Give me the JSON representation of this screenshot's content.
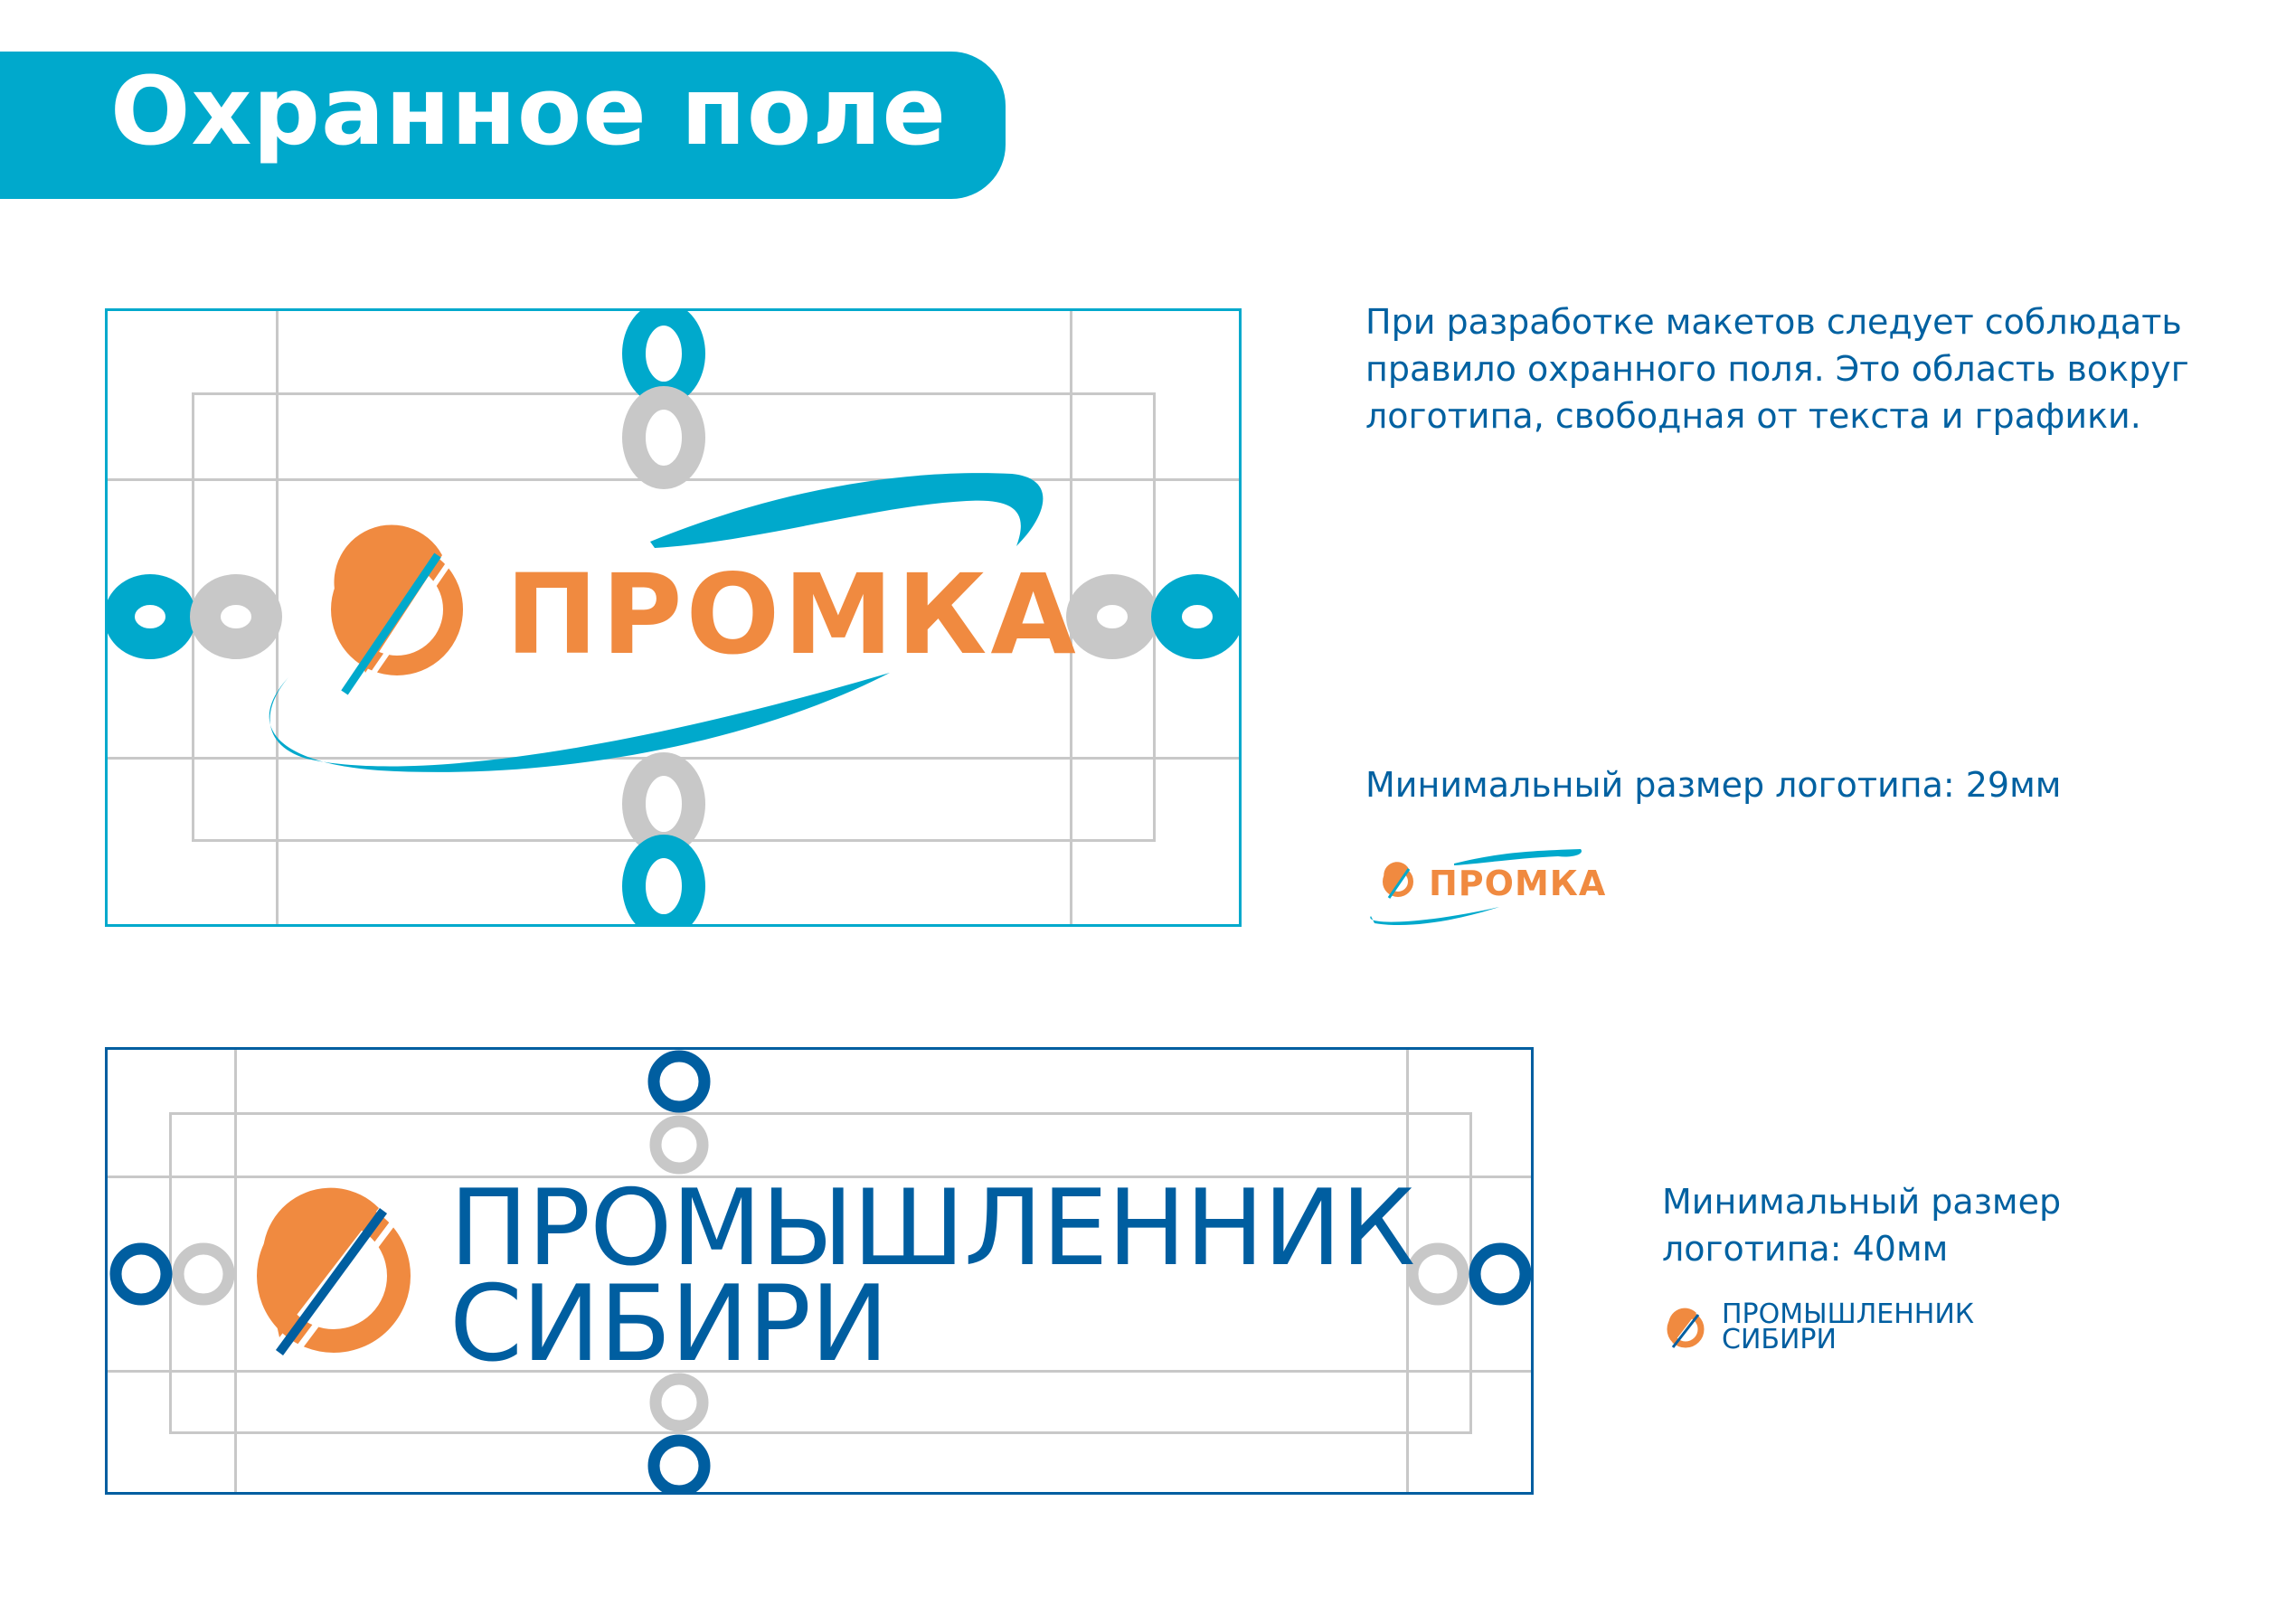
{
  "header": {
    "title": "Охранное поле"
  },
  "description": "При разработке макетов следует соблюдать правило охранного поля. Это область вокруг логотипа, свободная от текста и графики.",
  "description_lines": [
    "При разработке макетов следует соблюдать",
    "правило охранного поля. Это область вокруг",
    "логотипа, свободная от текста и графики."
  ],
  "logo1": {
    "name": "ПРОМКА",
    "min_size_label": "Минимальный размер логотипа: 29мм",
    "marker_glyph": "O"
  },
  "logo2": {
    "name_line1": "ПРОМЫШЛЕННИК",
    "name_line2": "СИБИРИ",
    "min_size_label_line1": "Минимальный размер",
    "min_size_label_line2": "логотипа: 40мм",
    "marker_glyph": "O"
  },
  "colors": {
    "cyan": "#00a9cc",
    "orange": "#f08a40",
    "blue": "#005ea0",
    "grey": "#c8c8c8"
  }
}
